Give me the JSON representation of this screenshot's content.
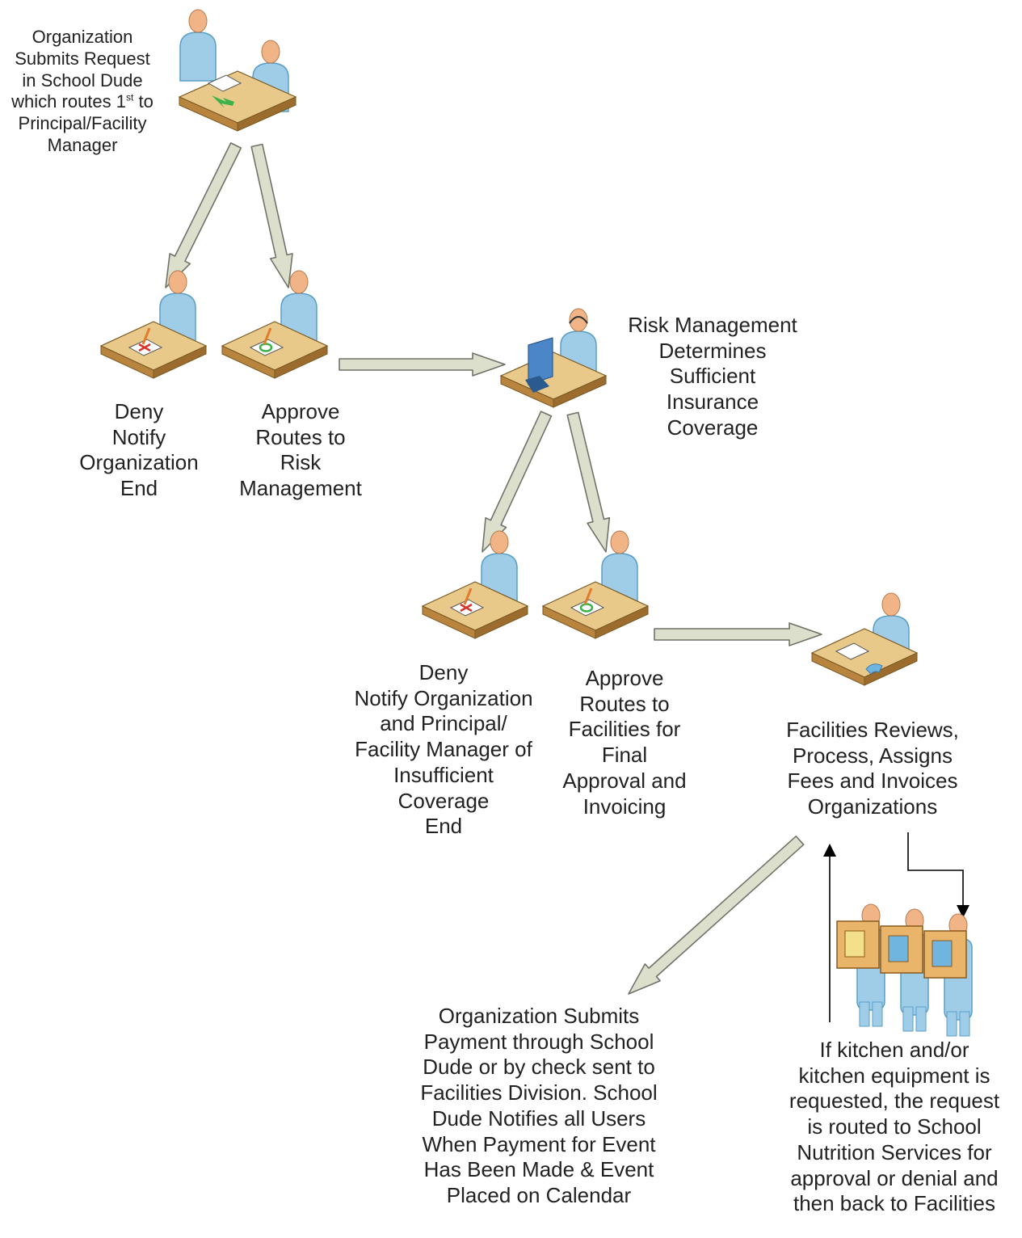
{
  "colors": {
    "arrow_fill": "#dcdfcc",
    "arrow_stroke": "#6f7468",
    "desk_top": "#e8c98a",
    "desk_side": "#b8843e",
    "person": "#9fcde8",
    "person_dark": "#5b9fc7",
    "skin": "#f0b486",
    "deny_mark": "#d9342b",
    "approve_mark": "#3bb24a"
  },
  "labels": {
    "start": {
      "line1": "Organization",
      "line2": "Submits Request",
      "line3": "in School Dude",
      "line4_pre": "which routes 1",
      "line4_sup": "st",
      "line4_post": " to",
      "line5": "Principal/Facility",
      "line6": "Manager"
    },
    "deny1": [
      "Deny",
      "Notify",
      "Organization",
      "End"
    ],
    "approve1": [
      "Approve",
      "Routes  to",
      "Risk",
      "Management"
    ],
    "risk": [
      "Risk Management",
      "Determines",
      "Sufficient",
      "Insurance",
      "Coverage"
    ],
    "deny2": [
      "Deny",
      "Notify Organization",
      "and Principal/",
      "Facility Manager of",
      "Insufficient",
      "Coverage",
      "End"
    ],
    "approve2": [
      "Approve",
      "Routes  to",
      "Facilities for",
      "Final",
      "Approval and",
      "Invoicing"
    ],
    "facilities": [
      "Facilities Reviews,",
      "Process, Assigns",
      "Fees and Invoices",
      "Organizations"
    ],
    "payment": [
      "Organization Submits",
      "Payment through School",
      "Dude or by check sent to",
      "Facilities Division. School",
      "Dude Notifies all Users",
      "When Payment for Event",
      "Has Been Made & Event",
      "Placed on Calendar"
    ],
    "kitchen": [
      "If kitchen and/or",
      "kitchen equipment is",
      "requested, the request",
      "is routed to School",
      "Nutrition Services for",
      "approval or denial and",
      "then back to Facilities"
    ]
  }
}
